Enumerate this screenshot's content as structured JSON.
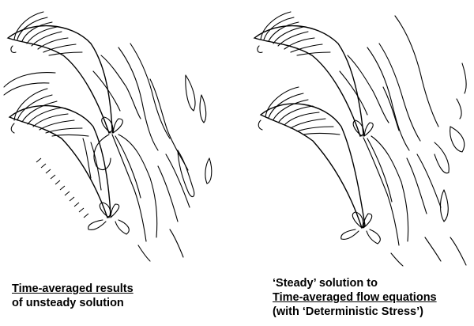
{
  "left_caption": {
    "line1": "Time-averaged results",
    "line2": "of unsteady solution"
  },
  "right_caption": {
    "line1": "‘Steady’ solution to",
    "line2": "Time-averaged flow equations",
    "line3": "(with ‘Deterministic Stress’)"
  }
}
